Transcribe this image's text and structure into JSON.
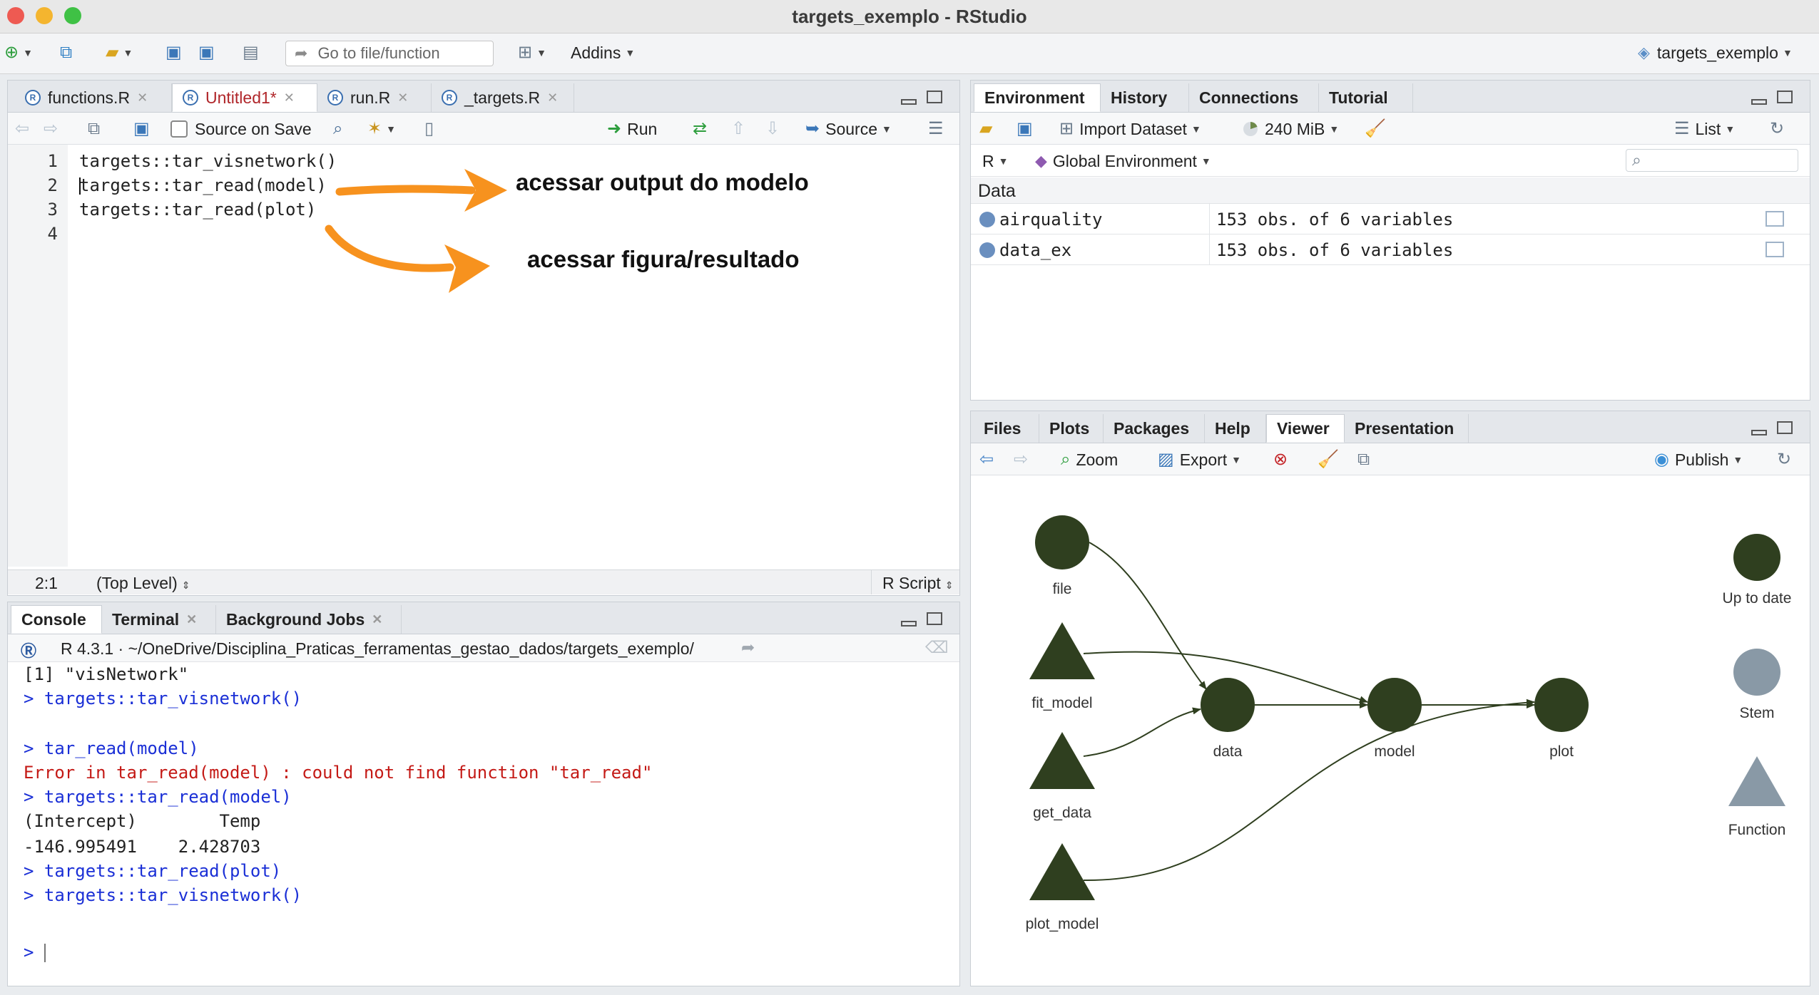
{
  "window": {
    "title": "targets_exemplo - RStudio"
  },
  "toolbar": {
    "goto_placeholder": "Go to file/function",
    "addins_label": "Addins",
    "project_label": "targets_exemplo"
  },
  "editor": {
    "tabs": [
      {
        "label": "functions.R",
        "active": false
      },
      {
        "label": "Untitled1*",
        "active": true
      },
      {
        "label": "run.R",
        "active": false
      },
      {
        "label": "_targets.R",
        "active": false
      }
    ],
    "source_on_save_label": "Source on Save",
    "run_label": "Run",
    "source_label": "Source",
    "lines": [
      {
        "num": "1",
        "code": "targets::tar_visnetwork()"
      },
      {
        "num": "2",
        "code": "targets::tar_read(model)"
      },
      {
        "num": "3",
        "code": "targets::tar_read(plot)"
      },
      {
        "num": "4",
        "code": ""
      }
    ],
    "annotations": {
      "model_output": "acessar output do modelo",
      "figure_result": "acessar figura/resultado"
    },
    "status": {
      "position": "2:1",
      "scope": "(Top Level)",
      "filetype": "R Script"
    }
  },
  "console": {
    "tabs": [
      {
        "label": "Console",
        "active": true
      },
      {
        "label": "Terminal",
        "active": false
      },
      {
        "label": "Background Jobs",
        "active": false
      }
    ],
    "path_line": "R 4.3.1 · ~/OneDrive/Disciplina_Praticas_ferramentas_gestao_dados/targets_exemplo/",
    "lines": [
      {
        "text": "[1] \"visNetwork\"",
        "kind": "output"
      },
      {
        "text": "> targets::tar_visnetwork()",
        "kind": "command"
      },
      {
        "text": "",
        "kind": "output"
      },
      {
        "text": "> tar_read(model)",
        "kind": "command"
      },
      {
        "text": "Error in tar_read(model) : could not find function \"tar_read\"",
        "kind": "error"
      },
      {
        "text": "> targets::tar_read(model)",
        "kind": "command"
      },
      {
        "text": "(Intercept)        Temp",
        "kind": "output"
      },
      {
        "text": "-146.995491    2.428703",
        "kind": "output"
      },
      {
        "text": "> targets::tar_read(plot)",
        "kind": "command"
      },
      {
        "text": "> targets::tar_visnetwork()",
        "kind": "command"
      }
    ],
    "prompt": ">"
  },
  "environment": {
    "tabs": [
      {
        "label": "Environment",
        "active": true
      },
      {
        "label": "History",
        "active": false
      },
      {
        "label": "Connections",
        "active": false
      },
      {
        "label": "Tutorial",
        "active": false
      }
    ],
    "import_label": "Import Dataset",
    "memory_label": "240 MiB",
    "list_label": "List",
    "lang_label": "R",
    "scope_label": "Global Environment",
    "section_label": "Data",
    "rows": [
      {
        "name": "airquality",
        "value": "153 obs. of 6 variables"
      },
      {
        "name": "data_ex",
        "value": "153 obs. of 6 variables"
      }
    ]
  },
  "viewer": {
    "tabs": [
      {
        "label": "Files",
        "active": false
      },
      {
        "label": "Plots",
        "active": false
      },
      {
        "label": "Packages",
        "active": false
      },
      {
        "label": "Help",
        "active": false
      },
      {
        "label": "Viewer",
        "active": true
      },
      {
        "label": "Presentation",
        "active": false
      }
    ],
    "zoom_label": "Zoom",
    "export_label": "Export",
    "publish_label": "Publish",
    "network": {
      "nodes": [
        {
          "id": "file",
          "label": "file",
          "shape": "circle"
        },
        {
          "id": "fit_model",
          "label": "fit_model",
          "shape": "triangle"
        },
        {
          "id": "get_data",
          "label": "get_data",
          "shape": "triangle"
        },
        {
          "id": "plot_model",
          "label": "plot_model",
          "shape": "triangle"
        },
        {
          "id": "data",
          "label": "data",
          "shape": "circle"
        },
        {
          "id": "model",
          "label": "model",
          "shape": "circle"
        },
        {
          "id": "plot",
          "label": "plot",
          "shape": "circle"
        }
      ],
      "edges": [
        [
          "file",
          "data"
        ],
        [
          "get_data",
          "data"
        ],
        [
          "fit_model",
          "model"
        ],
        [
          "data",
          "model"
        ],
        [
          "model",
          "plot"
        ],
        [
          "plot_model",
          "plot"
        ]
      ],
      "legend": [
        {
          "label": "Up to date",
          "shape": "circle",
          "color": "#2f3f1f"
        },
        {
          "label": "Stem",
          "shape": "circle",
          "color": "#8999a6"
        },
        {
          "label": "Function",
          "shape": "triangle",
          "color": "#8999a6"
        }
      ],
      "node_color": "#2f3f1f"
    }
  },
  "colors": {
    "accent_orange": "#f7921e",
    "command_blue": "#1a2fd6",
    "error_red": "#c41a16"
  }
}
